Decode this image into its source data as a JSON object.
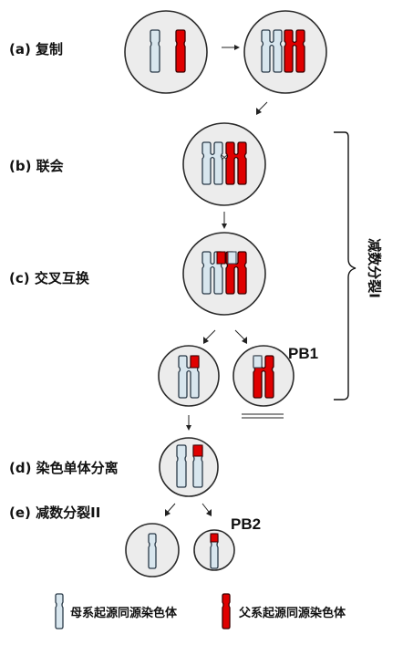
{
  "colors": {
    "maternal": "#d8e6ee",
    "paternal": "#e00000",
    "cell_fill": "#ececec",
    "outline": "#2b2b2b"
  },
  "steps": {
    "a": "(a) 复制",
    "b": "(b) 联会",
    "c": "(c) 交叉互换",
    "d": "(d) 染色单体分离",
    "e": "(e) 减数分裂II"
  },
  "brace_label": "减数分裂I",
  "polar_bodies": {
    "pb1": "PB1",
    "pb2": "PB2"
  },
  "legend": {
    "maternal_label": "母系起源同源染色体",
    "paternal_label": "父系起源同源染色体"
  }
}
